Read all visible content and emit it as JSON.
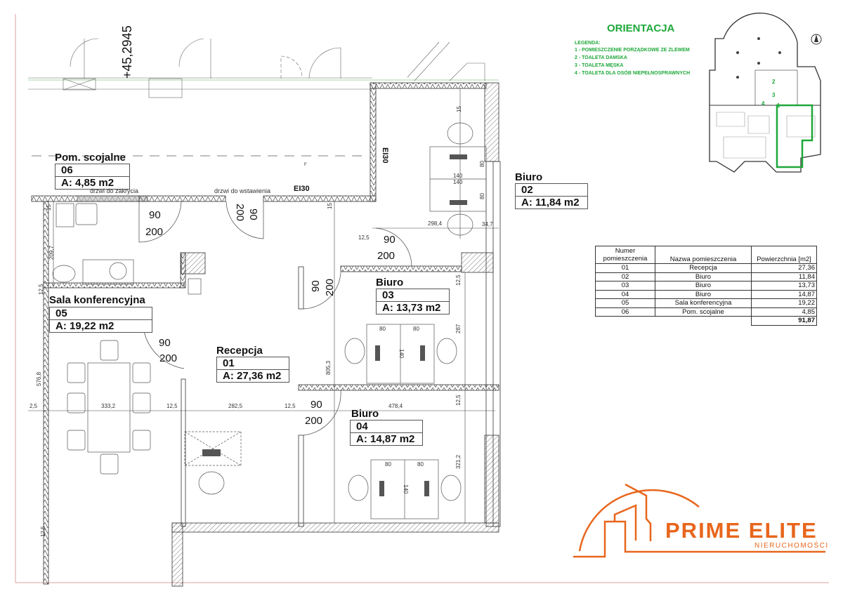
{
  "orientation": {
    "title": "ORIENTACJA",
    "legend_title": "LEGENDA:",
    "legend": [
      "1 - POMIESZCZENIE PORZĄDKOWE ZE ZLEWEM",
      "2 - TOALETA DAMSKA",
      "3 - TOALETA MĘSKA",
      "4 - TOALETA DLA OSÓB NIEPEŁNOSPRAWNYCH"
    ],
    "mini_labels": [
      "1",
      "2",
      "3",
      "4"
    ],
    "accent": "#1fa83a"
  },
  "rooms": [
    {
      "name": "Pom. scojalne",
      "number": "06",
      "area": "A: 4,85 m2"
    },
    {
      "name": "Biuro",
      "number": "02",
      "area": "A: 11,84 m2"
    },
    {
      "name": "Biuro",
      "number": "03",
      "area": "A: 13,73 m2"
    },
    {
      "name": "Sala konferencyjna",
      "number": "05",
      "area": "A: 19,22 m2"
    },
    {
      "name": "Recepcja",
      "number": "01",
      "area": "A: 27,36 m2"
    },
    {
      "name": "Biuro",
      "number": "04",
      "area": "A: 14,87 m2"
    }
  ],
  "notes": {
    "door_cover": "drzwi do zakrycia",
    "door_insert": "drzwi do wstawienia",
    "fire_rating": "EI30",
    "level": "+45,2945",
    "f": "F"
  },
  "doors": [
    {
      "w": "90",
      "h": "200"
    },
    {
      "w": "90",
      "h": "200"
    },
    {
      "w": "90",
      "h": "200"
    },
    {
      "w": "90",
      "h": "200"
    },
    {
      "w": "90",
      "h": "200"
    },
    {
      "w": "90",
      "h": "200"
    }
  ],
  "dims": {
    "d15a": "15",
    "d15b": "15",
    "d15c": "15",
    "d209": "209,7",
    "d125a": "12,5",
    "d5768": "576,8",
    "d25": "2,5",
    "d3332": "333,2",
    "d125b": "12,5",
    "d2825": "282,5",
    "d125c": "12,5",
    "d4784": "478,4",
    "d8053": "805,3",
    "d287": "287",
    "d125d": "12,5",
    "d125e": "12,5",
    "d3212": "321,2",
    "d2984": "298,4",
    "d347": "34,7",
    "d125f": "12,5",
    "d125g": "12,5",
    "desk80a": "80",
    "desk80b": "80",
    "desk140a": "140",
    "desk140b": "140",
    "desk80c": "80",
    "desk80d": "80",
    "desk140c": "140",
    "desk80e": "80",
    "desk80f": "80",
    "desk140d": "140"
  },
  "table": {
    "headers": [
      "Numer pomieszczenia",
      "Nazwa pomieszczenia",
      "Powierzchnia [m2]"
    ],
    "rows": [
      [
        "01",
        "Recepcja",
        "27,36"
      ],
      [
        "02",
        "Biuro",
        "11,84"
      ],
      [
        "03",
        "Biuro",
        "13,73"
      ],
      [
        "04",
        "Biuro",
        "14,87"
      ],
      [
        "05",
        "Sala konferencyjna",
        "19,22"
      ],
      [
        "06",
        "Pom. scojalne",
        "4,85"
      ]
    ],
    "total": "91,87"
  },
  "logo": {
    "name": "PRIME ELITE",
    "tagline": "NIERUCHOMOŚCI",
    "color": "#e8661c"
  }
}
